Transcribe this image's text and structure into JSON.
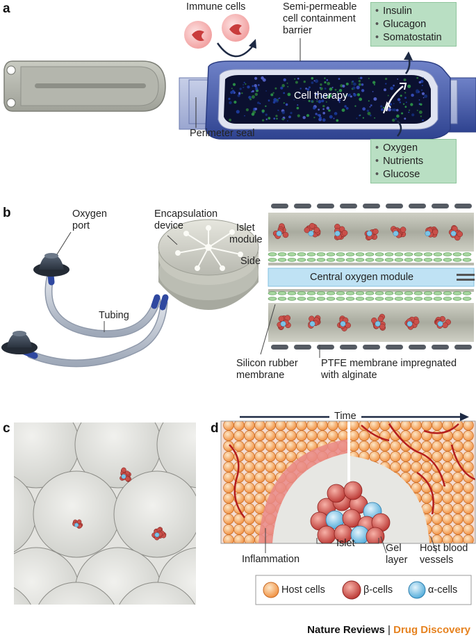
{
  "panels": {
    "a": "a",
    "b": "b",
    "c": "c",
    "d": "d"
  },
  "panel_a": {
    "immune_cells": "Immune cells",
    "barrier_line1": "Semi-permeable",
    "barrier_line2": "cell containment",
    "barrier_line3": "barrier",
    "cell_therapy": "Cell therapy",
    "perimeter_seal": "Perimeter seal",
    "out_items": [
      "Insulin",
      "Glucagon",
      "Somatostatin"
    ],
    "in_items": [
      "Oxygen",
      "Nutrients",
      "Glucose"
    ]
  },
  "panel_b": {
    "oxygen_port_1": "Oxygen",
    "oxygen_port_2": "port",
    "encapsulation_1": "Encapsulation",
    "encapsulation_2": "device",
    "tubing": "Tubing",
    "islet_module_1": "Islet",
    "islet_module_2": "module",
    "side": "Side",
    "central_oxygen": "Central oxygen module",
    "silicon_1": "Silicon rubber",
    "silicon_2": "membrane",
    "ptfe_1": "PTFE membrane impregnated",
    "ptfe_2": "with alginate"
  },
  "panel_d": {
    "time": "Time",
    "islet": "Islet",
    "inflammation": "Inflammation",
    "gel_1": "Gel",
    "gel_2": "layer",
    "host_vessels_1": "Host blood",
    "host_vessels_2": "vessels",
    "legend": {
      "host_cells": "Host cells",
      "beta_cells": "β-cells",
      "alpha_cells": "α-cells"
    }
  },
  "footer": {
    "journal": "Nature Reviews",
    "separator": "|",
    "section": "Drug Discovery"
  },
  "colors": {
    "green_box": "#b9dfc3",
    "device_blue": "#4a5ea8",
    "oxygen_blue": "#bfe2f4",
    "host_orange": "#f3a25c",
    "beta_red": "#c9504a",
    "alpha_blue": "#7cc3e6",
    "inflammation": "#e98a88",
    "brand_orange": "#e6821f"
  }
}
